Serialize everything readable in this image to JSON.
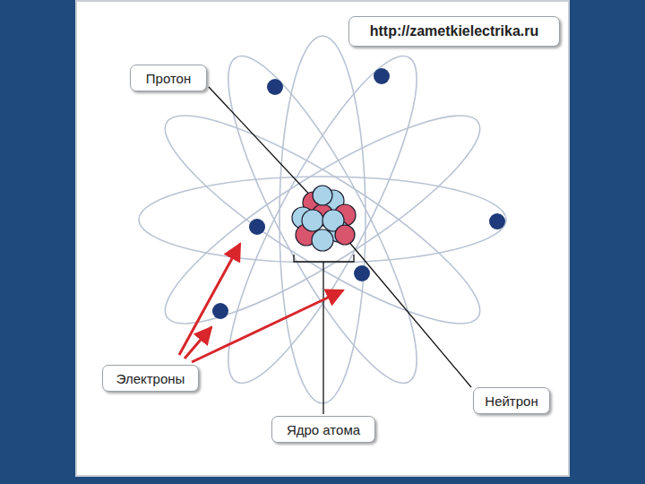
{
  "diagram": {
    "nodes": [
      {
        "text": [
          "http://zametkielectrika.ru"
        ]
      },
      {
        "text": [
          "Протон"
        ]
      },
      {
        "text": [
          "Электроны"
        ]
      },
      {
        "text": [
          "Нейтрон"
        ]
      },
      {
        "text": [
          "Ядро атома"
        ]
      }
    ]
  }
}
